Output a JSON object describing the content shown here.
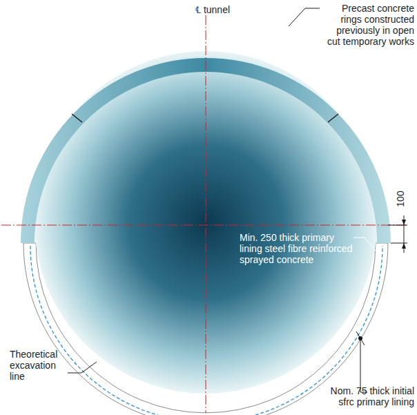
{
  "diagram": {
    "labels": [
      "℄ tunnel",
      "Precast concrete rings constructed previously in open cut temporary works",
      "100",
      "Min. 250 thick primary lining steel fibre reinforced sprayed concrete",
      "Theoretical excavation line",
      "Nom. 75 thick initial sfrc primary lining"
    ]
  }
}
